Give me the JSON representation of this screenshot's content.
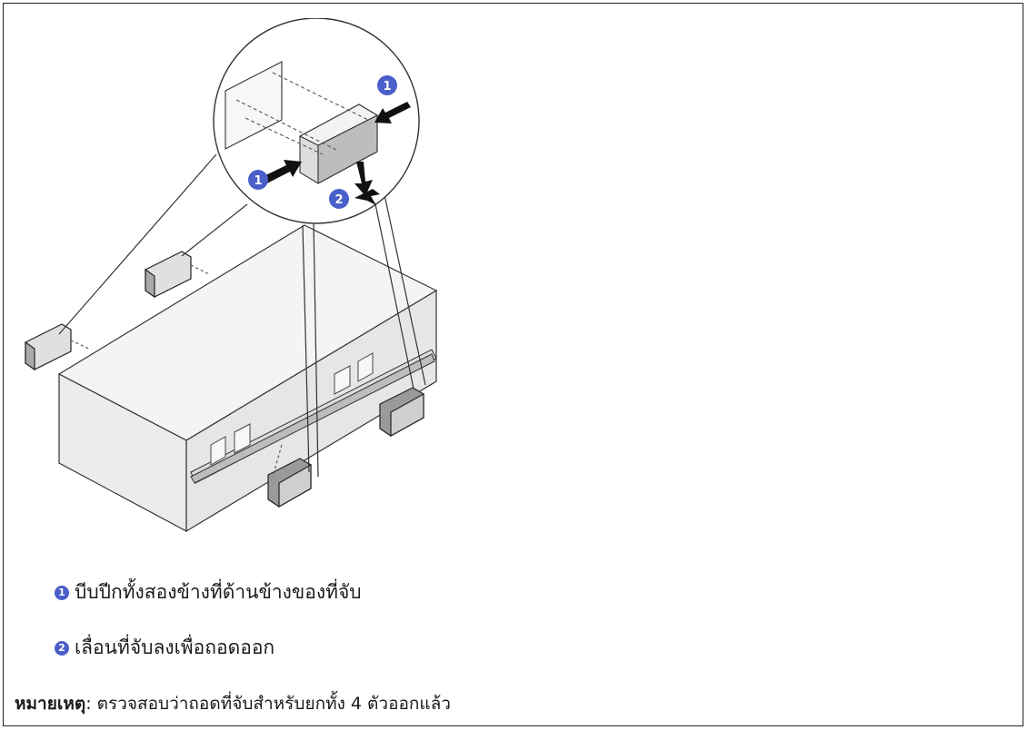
{
  "figure": {
    "callouts": [
      "1",
      "1",
      "2"
    ]
  },
  "steps": [
    {
      "badge": "1",
      "text": "บีบปีกทั้งสองข้างที่ด้านข้างของที่จับ"
    },
    {
      "badge": "2",
      "text": "เลื่อนที่จับลงเพื่อถอดออก"
    }
  ],
  "note": {
    "label": "หมายเหตุ",
    "separator": ": ",
    "text": "ตรวจสอบว่าถอดที่จับสำหรับยกทั้ง 4 ตัวออกแล้ว"
  },
  "colors": {
    "badge": "#4a5fc9",
    "arrow": "#111111",
    "box_top": "#f4f4f4",
    "box_side": "#e6e6e6"
  }
}
